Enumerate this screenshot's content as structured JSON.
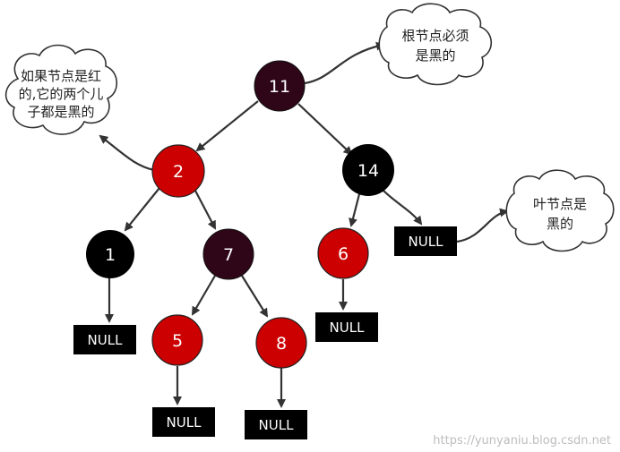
{
  "colors": {
    "red": "#cc0000",
    "black": "#000000",
    "dark_root": "#2e0618",
    "edge": "#333333",
    "null_box": "#000000",
    "cloud_fill": "#ffffff",
    "cloud_stroke": "#333333"
  },
  "nodes": {
    "n11": {
      "label": "11",
      "color": "dark_root"
    },
    "n2": {
      "label": "2",
      "color": "red"
    },
    "n14": {
      "label": "14",
      "color": "black"
    },
    "n1": {
      "label": "1",
      "color": "black"
    },
    "n7": {
      "label": "7",
      "color": "dark_root"
    },
    "n6": {
      "label": "6",
      "color": "red"
    },
    "n5": {
      "label": "5",
      "color": "red"
    },
    "n8": {
      "label": "8",
      "color": "red"
    }
  },
  "null_label": "NULL",
  "clouds": {
    "red_rule": [
      "如果节点是红",
      "的,它的两个儿",
      "子都是黑的"
    ],
    "root_rule": [
      "根节点必须",
      "是黑的"
    ],
    "leaf_rule": [
      "叶节点是",
      "黑的"
    ]
  },
  "watermark": "https://yunyaniu.blog.csdn.net"
}
